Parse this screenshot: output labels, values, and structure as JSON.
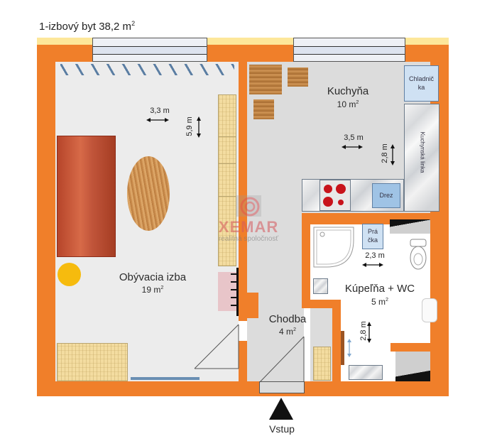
{
  "plan": {
    "title": "1-izbový byt  38,2 m",
    "title_sup": "2",
    "entrance_label": "Vstup"
  },
  "rooms": {
    "living": {
      "name": "Obývacia izba",
      "area": "19 m",
      "area_sup": "2",
      "width": "3,3 m",
      "length": "5,9 m"
    },
    "kitchen": {
      "name": "Kuchyňa",
      "area": "10 m",
      "area_sup": "2",
      "width": "3,5 m",
      "length": "2,8 m"
    },
    "hall": {
      "name": "Chodba",
      "area": "4 m",
      "area_sup": "2"
    },
    "bathroom": {
      "name": "Kúpeľňa + WC",
      "area": "5 m",
      "area_sup": "2",
      "width": "2,3 m",
      "length": "2,8 m"
    }
  },
  "fixtures": {
    "fridge": "Chladnič ka",
    "counter": "Kuchynská linka",
    "sink": "Drez",
    "washer": "Prá čka"
  },
  "watermark": {
    "brand": "XEMAR",
    "tagline": "realitná spoločnosť"
  },
  "colors": {
    "wall": "#f07f2a",
    "floor": "#dcdcdc",
    "sill": "#fde79a",
    "window": "#dde3ef"
  }
}
